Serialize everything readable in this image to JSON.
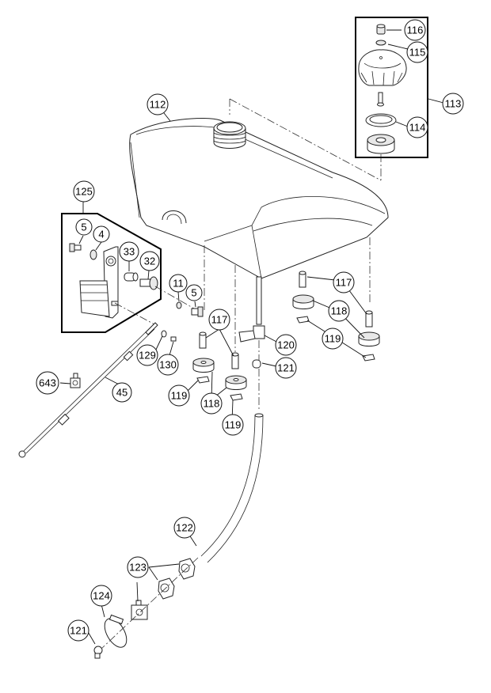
{
  "diagram": {
    "type": "exploded parts diagram",
    "subject": "fuel tank assembly",
    "callouts": [
      {
        "id": "c112",
        "label": "112",
        "part": "fuel-tank"
      },
      {
        "id": "c116",
        "label": "116",
        "part": "cap-screw"
      },
      {
        "id": "c115",
        "label": "115",
        "part": "washer"
      },
      {
        "id": "c113",
        "label": "113",
        "part": "fuel-cap-assembly"
      },
      {
        "id": "c114",
        "label": "114",
        "part": "cap-gasket"
      },
      {
        "id": "c125",
        "label": "125",
        "part": "throttle-pedal-assembly"
      },
      {
        "id": "c5a",
        "label": "5",
        "part": "bolt"
      },
      {
        "id": "c4",
        "label": "4",
        "part": "washer"
      },
      {
        "id": "c33",
        "label": "33",
        "part": "bushing"
      },
      {
        "id": "c32",
        "label": "32",
        "part": "shoulder-bolt"
      },
      {
        "id": "c11",
        "label": "11",
        "part": "washer"
      },
      {
        "id": "c5b",
        "label": "5",
        "part": "bolt"
      },
      {
        "id": "c117a",
        "label": "117",
        "part": "spacer"
      },
      {
        "id": "c117b",
        "label": "117",
        "part": "spacer"
      },
      {
        "id": "c118a",
        "label": "118",
        "part": "rubber-mount"
      },
      {
        "id": "c118b",
        "label": "118",
        "part": "rubber-mount"
      },
      {
        "id": "c119a",
        "label": "119",
        "part": "clip"
      },
      {
        "id": "c119b",
        "label": "119",
        "part": "clip"
      },
      {
        "id": "c119c",
        "label": "119",
        "part": "clip"
      },
      {
        "id": "c120",
        "label": "120",
        "part": "fuel-valve"
      },
      {
        "id": "c121a",
        "label": "121",
        "part": "hose-clamp"
      },
      {
        "id": "c121b",
        "label": "121",
        "part": "hose-clamp"
      },
      {
        "id": "c129",
        "label": "129",
        "part": "washer"
      },
      {
        "id": "c130",
        "label": "130",
        "part": "nut"
      },
      {
        "id": "c643",
        "label": "643",
        "part": "cable-stop"
      },
      {
        "id": "c45",
        "label": "45",
        "part": "throttle-cable"
      },
      {
        "id": "c122",
        "label": "122",
        "part": "fuel-hose"
      },
      {
        "id": "c123",
        "label": "123",
        "part": "hose-fittings"
      },
      {
        "id": "c124",
        "label": "124",
        "part": "hose-clamp-band"
      }
    ]
  }
}
